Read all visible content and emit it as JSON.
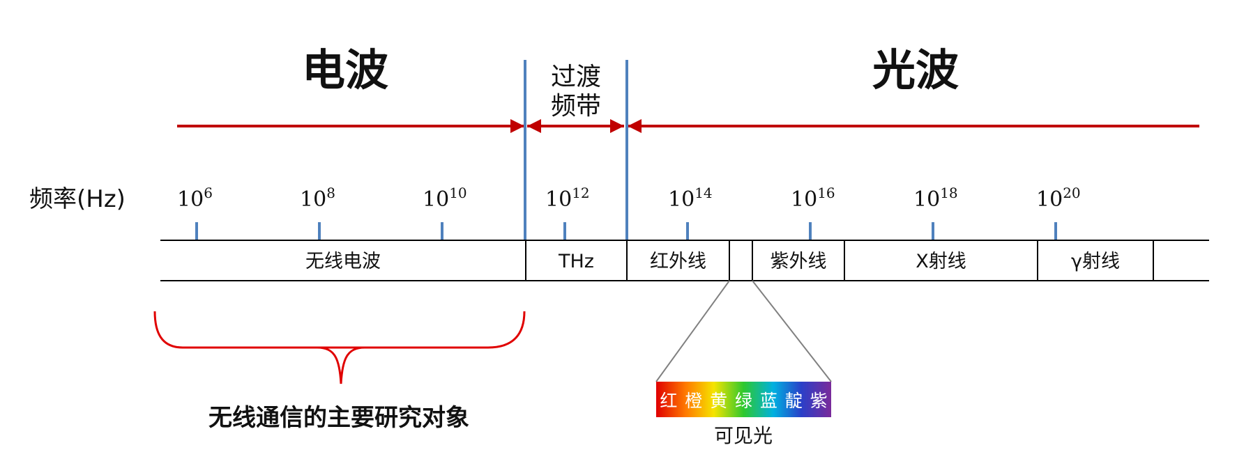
{
  "headers": {
    "radio_wave": "电波",
    "transition_line1": "过渡",
    "transition_line2": "频带",
    "light_wave": "光波"
  },
  "axis": {
    "label": "频率(Hz)",
    "ticks": [
      {
        "base": "10",
        "exp": "6"
      },
      {
        "base": "10",
        "exp": "8"
      },
      {
        "base": "10",
        "exp": "10"
      },
      {
        "base": "10",
        "exp": "12"
      },
      {
        "base": "10",
        "exp": "14"
      },
      {
        "base": "10",
        "exp": "16"
      },
      {
        "base": "10",
        "exp": "18"
      },
      {
        "base": "10",
        "exp": "20"
      }
    ]
  },
  "bands": [
    {
      "label": "无线电波"
    },
    {
      "label": "THz"
    },
    {
      "label": "红外线"
    },
    {
      "label": ""
    },
    {
      "label": "紫外线"
    },
    {
      "label": "X射线"
    },
    {
      "label": "γ射线"
    },
    {
      "label": ""
    }
  ],
  "visible_light": {
    "colors": [
      "红",
      "橙",
      "黄",
      "绿",
      "蓝",
      "靛",
      "紫"
    ],
    "caption": "可见光"
  },
  "research_focus": "无线通信的主要研究对象",
  "colors": {
    "arrow_red": "#C00000",
    "brace_red": "#E00000",
    "divider_blue": "#4F81BD",
    "tick_blue": "#4F81BD",
    "line_black": "#000000",
    "connector_gray": "#808080"
  }
}
